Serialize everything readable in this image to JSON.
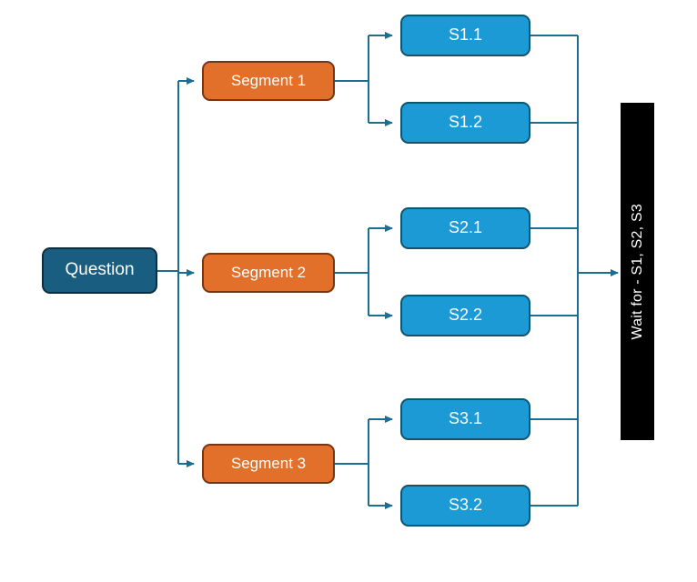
{
  "diagram": {
    "type": "flowchart",
    "orientation": "left-to-right",
    "background_color": "#ffffff",
    "connector_color": "#1b6e91",
    "nodes": {
      "question": {
        "label": "Question",
        "fill": "#195E80",
        "border": "#0e2e3f",
        "text_color": "#ffffff"
      },
      "segments": [
        {
          "label": "Segment 1",
          "fill": "#E2702A",
          "border": "#7a3410"
        },
        {
          "label": "Segment 2",
          "fill": "#E2702A",
          "border": "#7a3410"
        },
        {
          "label": "Segment 3",
          "fill": "#E2702A",
          "border": "#7a3410"
        }
      ],
      "subtasks": [
        {
          "label": "S1.1",
          "fill": "#1B9AD6",
          "border": "#10556f"
        },
        {
          "label": "S1.2",
          "fill": "#1B9AD6",
          "border": "#10556f"
        },
        {
          "label": "S2.1",
          "fill": "#1B9AD6",
          "border": "#10556f"
        },
        {
          "label": "S2.2",
          "fill": "#1B9AD6",
          "border": "#10556f"
        },
        {
          "label": "S3.1",
          "fill": "#1B9AD6",
          "border": "#10556f"
        },
        {
          "label": "S3.2",
          "fill": "#1B9AD6",
          "border": "#10556f"
        }
      ],
      "wait": {
        "label": "Wait for - S1, S2, S3",
        "fill": "#000000",
        "text_color": "#ffffff",
        "orientation": "vertical-bottom-to-top"
      }
    }
  }
}
